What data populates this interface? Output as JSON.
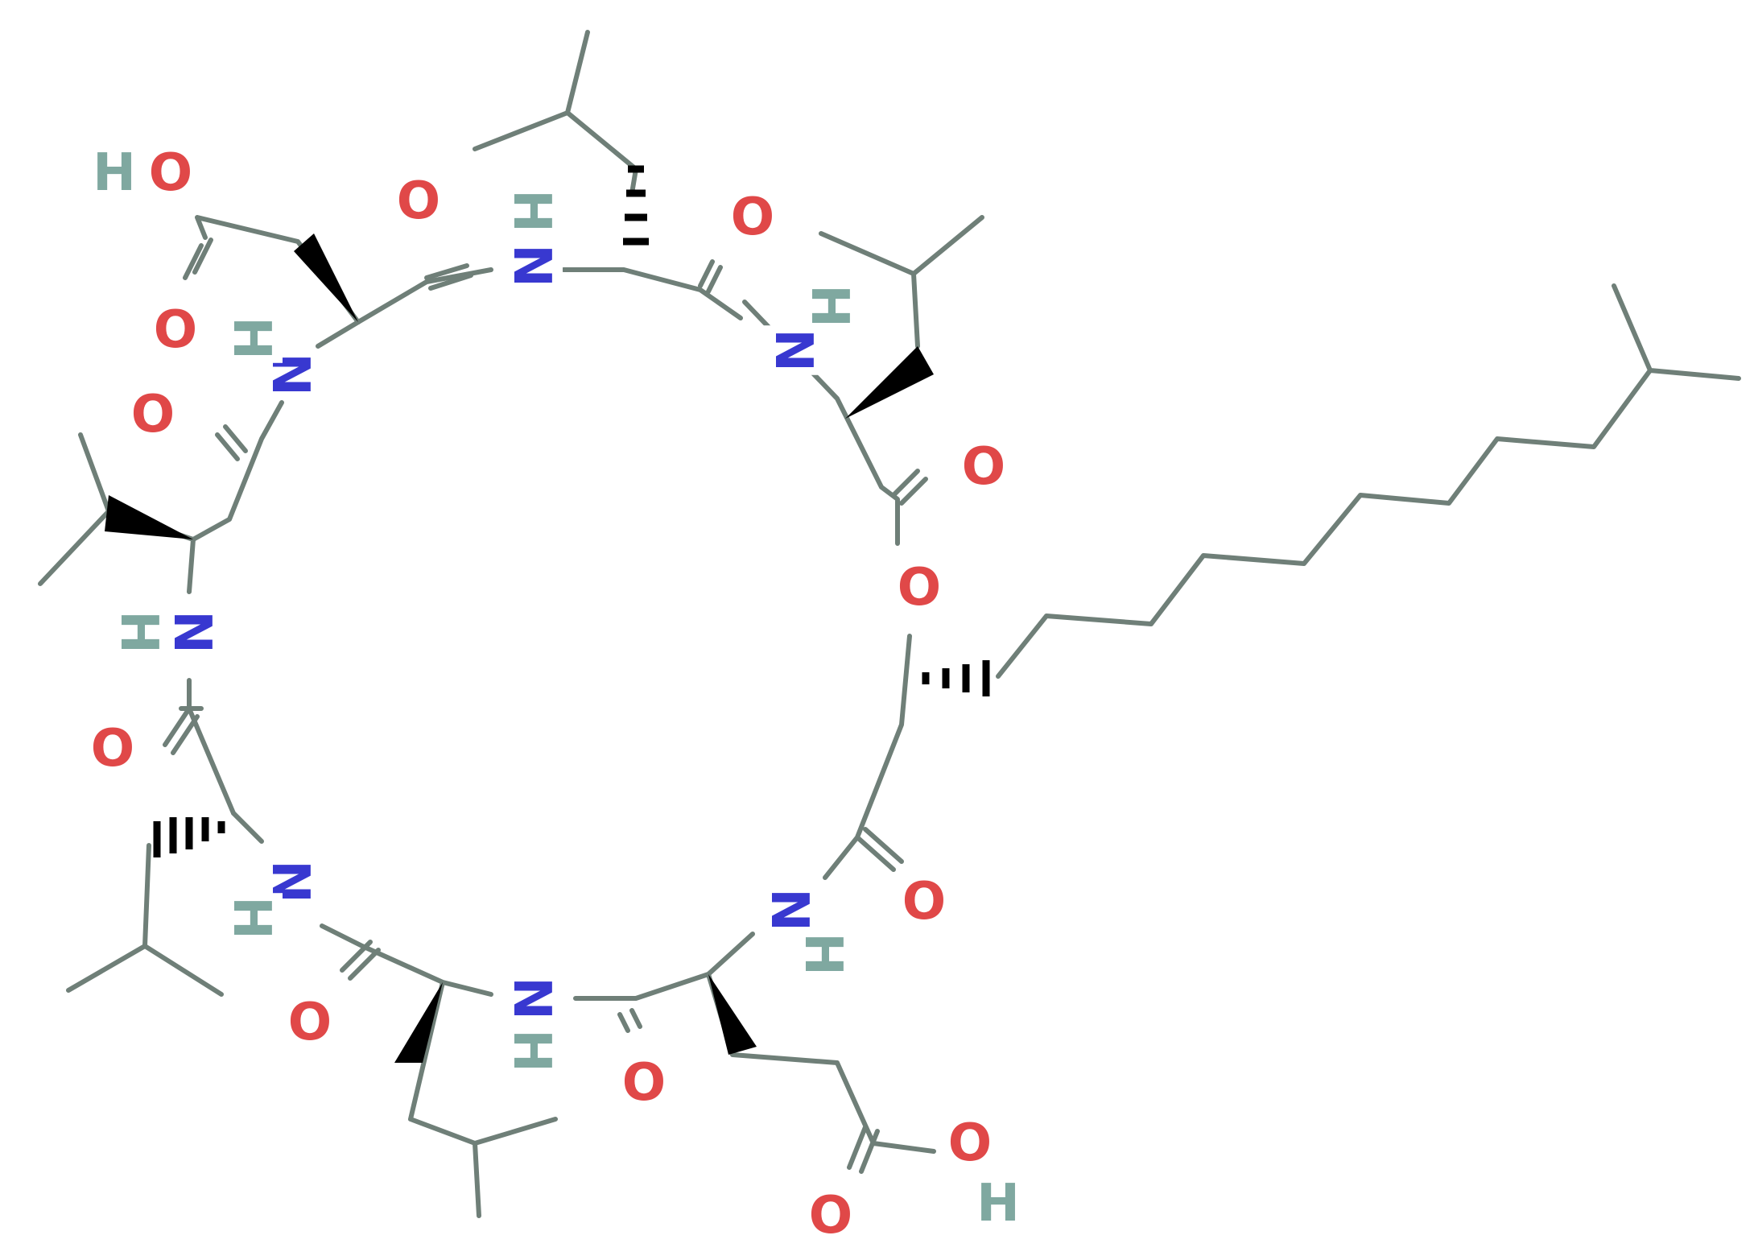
{
  "colors": {
    "carbon_bond": "#6f7f78",
    "stereo_bond": "#000000",
    "oxygen": "#e04848",
    "nitrogen": "#3838d0",
    "hydrogen": "#7fa8a0"
  },
  "symbols": {
    "O": "O",
    "N": "N",
    "H": "H"
  }
}
